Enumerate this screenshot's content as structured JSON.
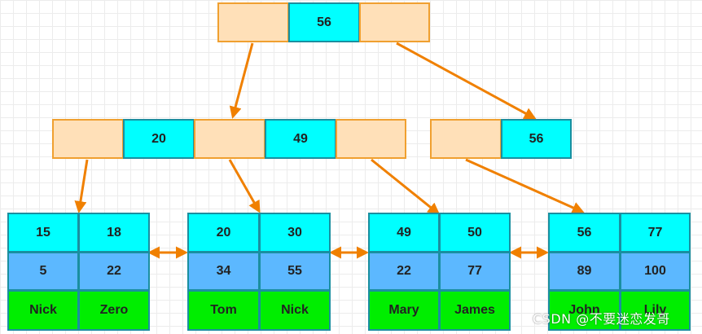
{
  "root": {
    "key": "56"
  },
  "internal_left": {
    "keys": [
      "20",
      "49"
    ]
  },
  "internal_right": {
    "key": "56"
  },
  "leaves": [
    {
      "keys": [
        "15",
        "18"
      ],
      "values": [
        "5",
        "22"
      ],
      "names": [
        "Nick",
        "Zero"
      ]
    },
    {
      "keys": [
        "20",
        "30"
      ],
      "values": [
        "34",
        "55"
      ],
      "names": [
        "Tom",
        "Nick"
      ]
    },
    {
      "keys": [
        "49",
        "50"
      ],
      "values": [
        "22",
        "77"
      ],
      "names": [
        "Mary",
        "James"
      ]
    },
    {
      "keys": [
        "56",
        "77"
      ],
      "values": [
        "89",
        "100"
      ],
      "names": [
        "John",
        "Lily"
      ]
    }
  ],
  "watermark": "CSDN @不要迷恋发哥",
  "colors": {
    "pointer_fill": "#ffe0b8",
    "key_fill": "#00ffff",
    "value_fill": "#5cb8ff",
    "name_fill": "#00ee00",
    "arrow": "#f08000"
  }
}
